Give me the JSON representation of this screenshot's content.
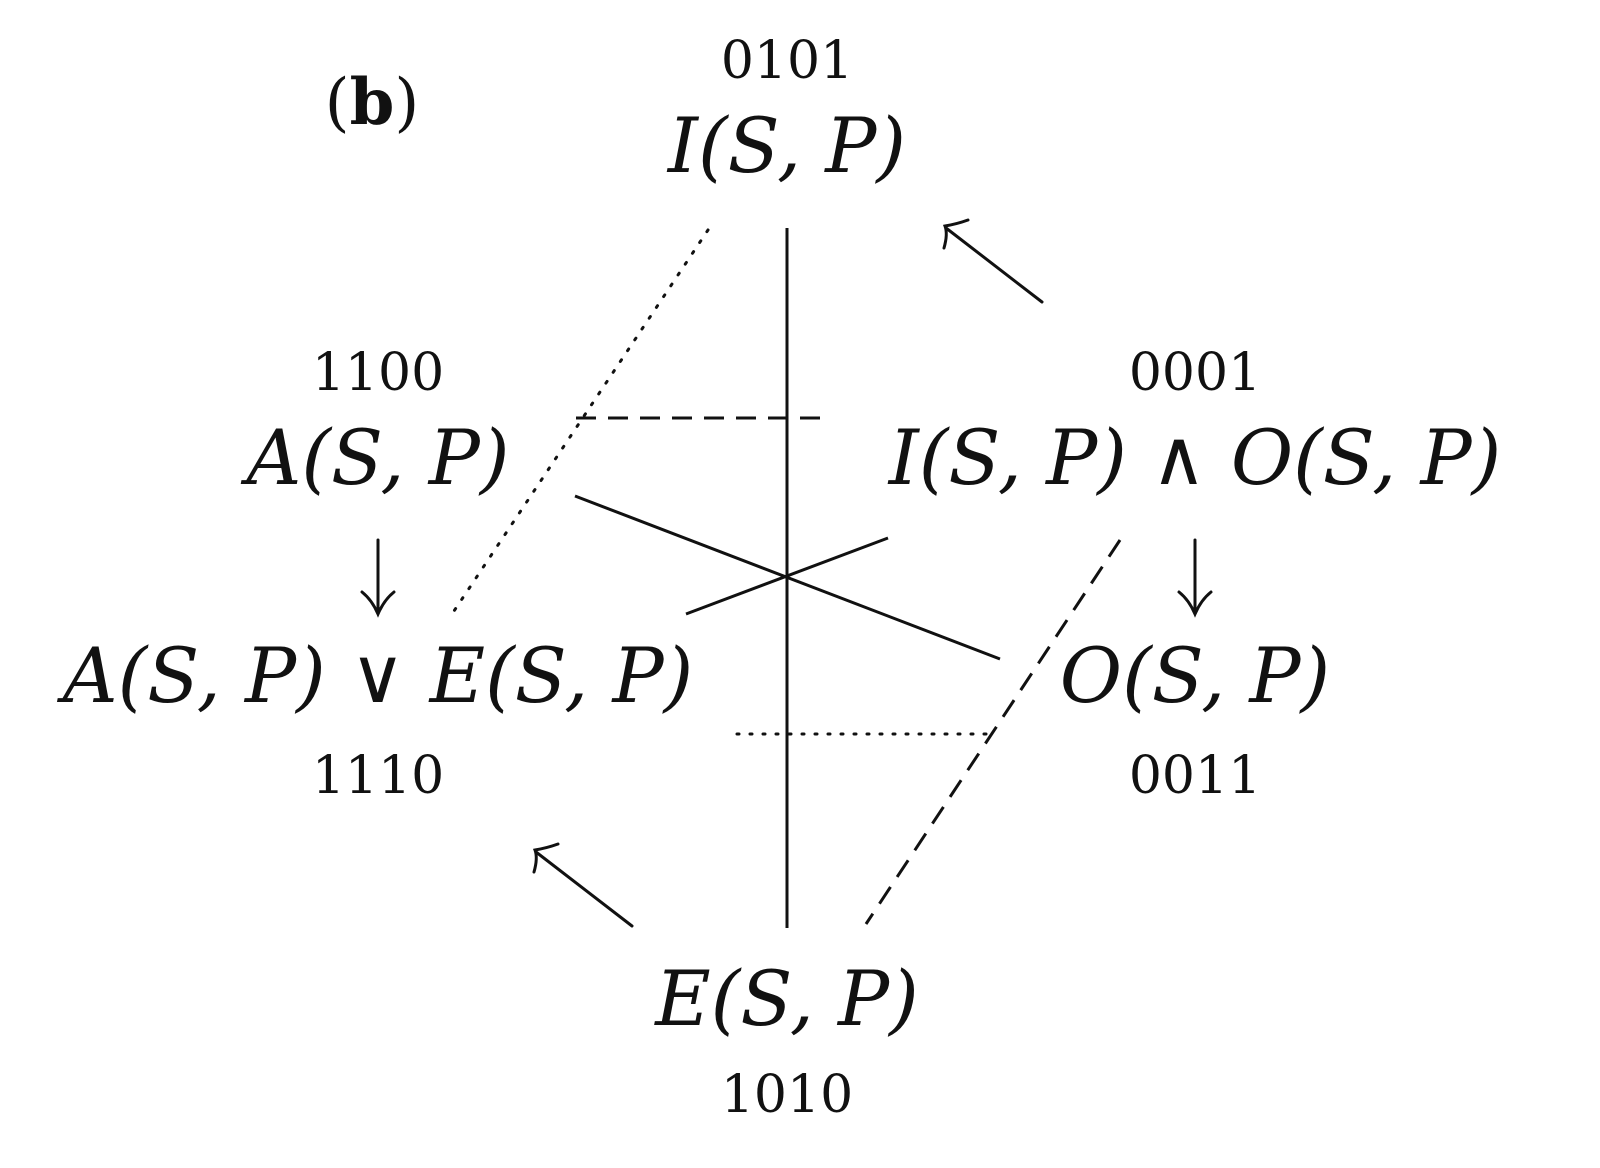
{
  "panel_label": {
    "open": "(",
    "letter": "b",
    "close": ")"
  },
  "nodes": {
    "top": {
      "code": "0101",
      "formula": "I(S, P)"
    },
    "upper_left": {
      "code": "1100",
      "formula": "A(S, P)"
    },
    "upper_right": {
      "code": "0001",
      "formula": "I(S, P) ∧ O(S, P)"
    },
    "lower_left": {
      "formula": "A(S, P) ∨ E(S, P)",
      "code": "1110"
    },
    "lower_right": {
      "formula": "O(S, P)",
      "code": "0011"
    },
    "bottom": {
      "formula": "E(S, P)",
      "code": "1010"
    }
  }
}
